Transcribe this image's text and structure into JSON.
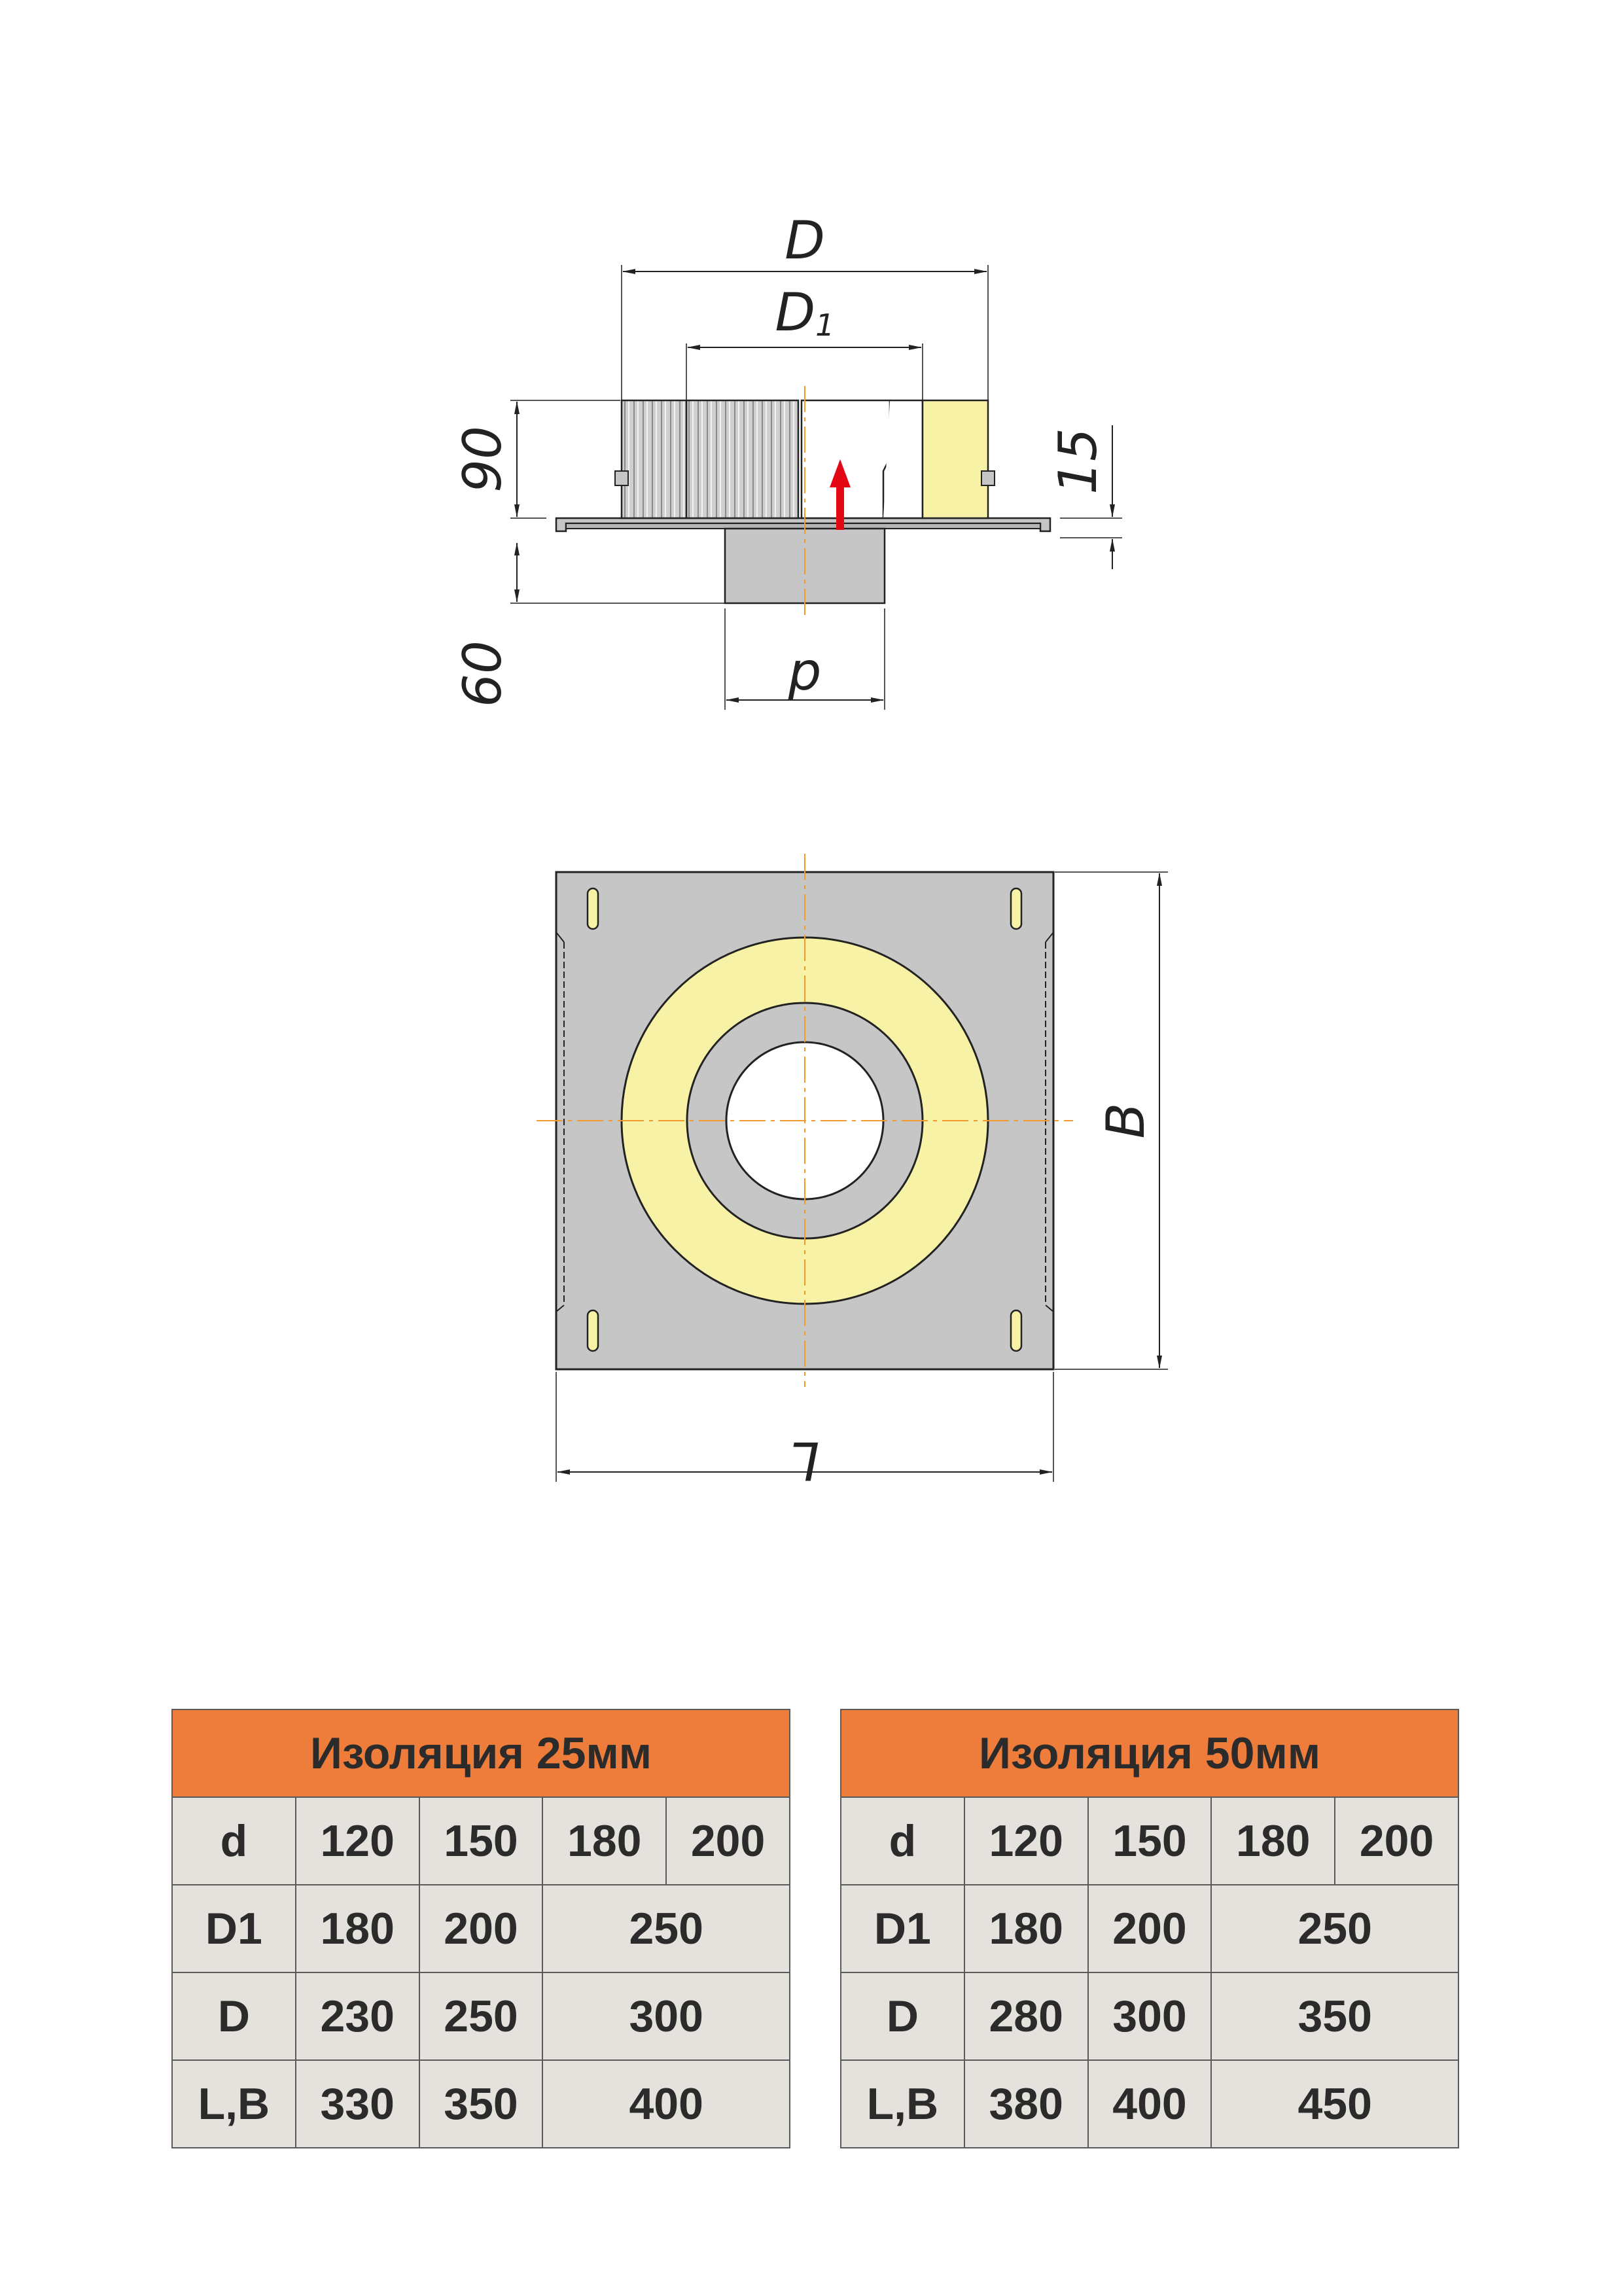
{
  "dimensions": {
    "D": "D",
    "D1_main": "D",
    "D1_sub": "1",
    "d": "d",
    "h90": "90",
    "h15": "15",
    "h60": "60",
    "B": "B",
    "L": "L"
  },
  "colors": {
    "steel": "#c6c6c6",
    "insulation": "#f7f2a6",
    "axis": "#f39a2e",
    "arrow": "#e30613",
    "header": "#ee7d3b",
    "cell": "#e5e2de"
  },
  "tables": [
    {
      "title": "Изоляция 25мм",
      "rows": [
        {
          "label": "d",
          "cells": [
            "120",
            "150",
            "180",
            "200"
          ]
        },
        {
          "label": "D1",
          "cells": [
            "180",
            "200",
            "250"
          ]
        },
        {
          "label": "D",
          "cells": [
            "230",
            "250",
            "300"
          ]
        },
        {
          "label": "L,B",
          "cells": [
            "330",
            "350",
            "400"
          ]
        }
      ]
    },
    {
      "title": "Изоляция 50мм",
      "rows": [
        {
          "label": "d",
          "cells": [
            "120",
            "150",
            "180",
            "200"
          ]
        },
        {
          "label": "D1",
          "cells": [
            "180",
            "200",
            "250"
          ]
        },
        {
          "label": "D",
          "cells": [
            "280",
            "300",
            "350"
          ]
        },
        {
          "label": "L,B",
          "cells": [
            "380",
            "400",
            "450"
          ]
        }
      ]
    }
  ]
}
